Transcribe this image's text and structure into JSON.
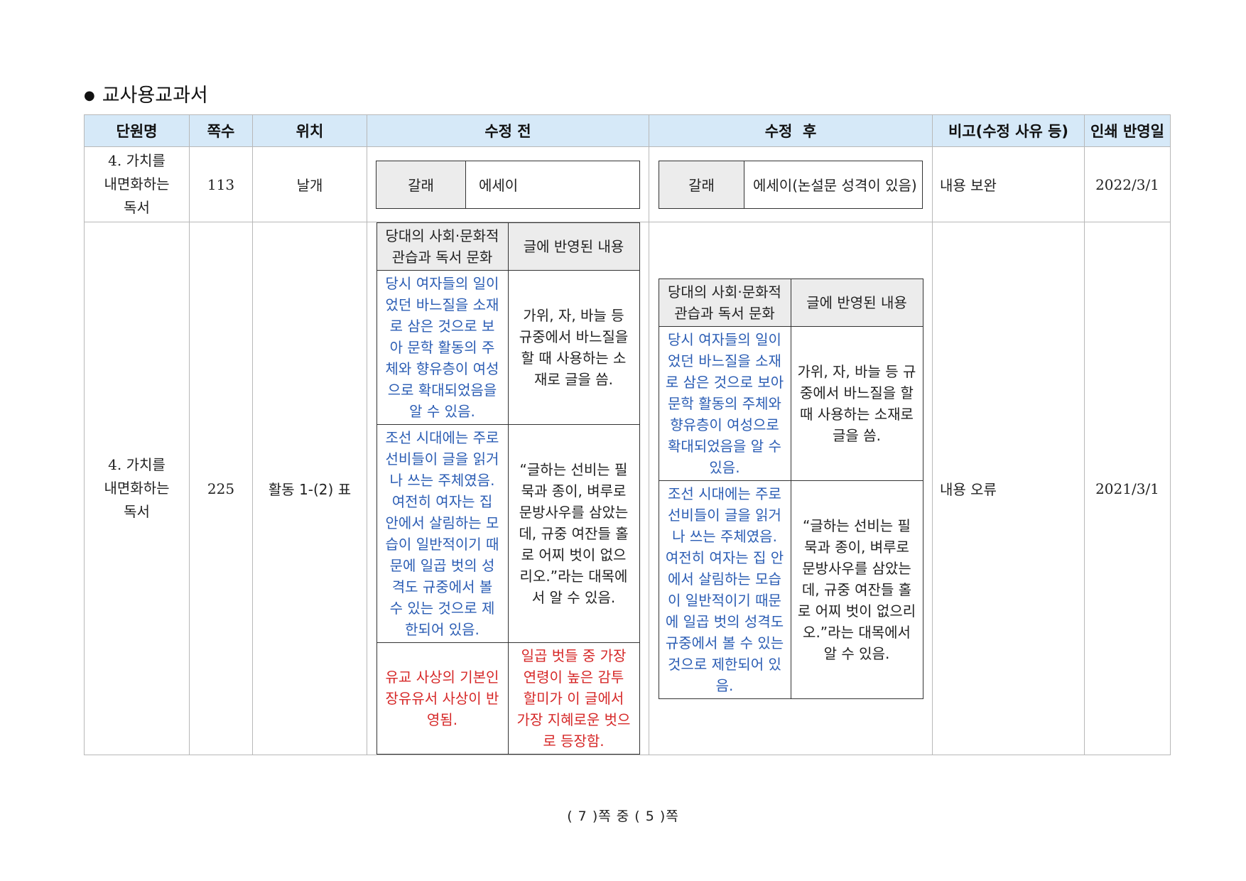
{
  "section_title": "교사용교과서",
  "headers": [
    "단원명",
    "쪽수",
    "위치",
    "수정 전",
    "수정  후",
    "비고(수정 사유 등)",
    "인쇄 반영일"
  ],
  "rows": [
    {
      "unit": [
        "4. 가치를",
        "내면화하는",
        "독서"
      ],
      "page": "113",
      "position": "날개",
      "before": {
        "key": "갈래",
        "value": "에세이"
      },
      "after": {
        "key": "갈래",
        "value": "에세이(논설문 성격이 있음)"
      },
      "note": "내용 보완",
      "date": "2022/3/1"
    },
    {
      "unit": [
        "4. 가치를",
        "내면화하는",
        "독서"
      ],
      "page": "225",
      "position": "활동 1-(2) 표",
      "before_table": {
        "header": [
          "당대의 사회·문화적 관습과 독서 문화",
          "글에 반영된 내용"
        ],
        "rows": [
          {
            "left": "당시 여자들의 일이었던 바느질을 소재로 삼은 것으로 보아 문학 활동의 주체와 향유층이 여성으로 확대되었음을 알 수 있음.",
            "right": "가위, 자, 바늘 등 규중에서 바느질을 할 때 사용하는 소재로 글을 씀."
          },
          {
            "left": "조선 시대에는 주로 선비들이 글을 읽거나 쓰는 주체였음. 여전히 여자는 집 안에서 살림하는 모습이 일반적이기 때문에 일곱 벗의 성격도 규중에서 볼 수 있는 것으로 제한되어 있음.",
            "right": "“글하는 선비는 필묵과 종이, 벼루로 문방사우를 삼았는데, 규중 여잔들 홀로 어찌 벗이 없으리오.”라는 대목에서 알 수 있음."
          },
          {
            "left": "유교 사상의 기본인 장유유서 사상이 반영됨.",
            "right": "일곱 벗들 중 가장 연령이 높은 감투 할미가 이 글에서 가장 지혜로운 벗으로 등장함."
          }
        ]
      },
      "after_table": {
        "header": [
          "당대의 사회·문화적 관습과 독서 문화",
          "글에 반영된 내용"
        ],
        "rows": [
          {
            "left": "당시 여자들의 일이었던 바느질을 소재로 삼은 것으로 보아 문학 활동의 주체와 향유층이 여성으로 확대되었음을 알 수 있음.",
            "right": "가위, 자, 바늘 등 규중에서 바느질을 할 때 사용하는 소재로 글을 씀."
          },
          {
            "left": "조선 시대에는 주로 선비들이 글을 읽거나 쓰는 주체였음. 여전히 여자는 집 안에서 살림하는 모습이 일반적이기 때문에 일곱 벗의 성격도 규중에서 볼 수 있는 것으로 제한되어 있음.",
            "right": "“글하는 선비는 필묵과 종이, 벼루로 문방사우를 삼았는데, 규중 여잔들 홀로 어찌 벗이 없으리오.”라는 대목에서 알 수 있음."
          }
        ]
      },
      "note": "내용 오류",
      "date": "2021/3/1"
    }
  ],
  "footer": "( 7 )쪽 중 ( 5 )쪽",
  "colors": {
    "header_bg": "#d6e9f8",
    "blue_text": "#2b5db4",
    "red_text": "#d62828"
  }
}
